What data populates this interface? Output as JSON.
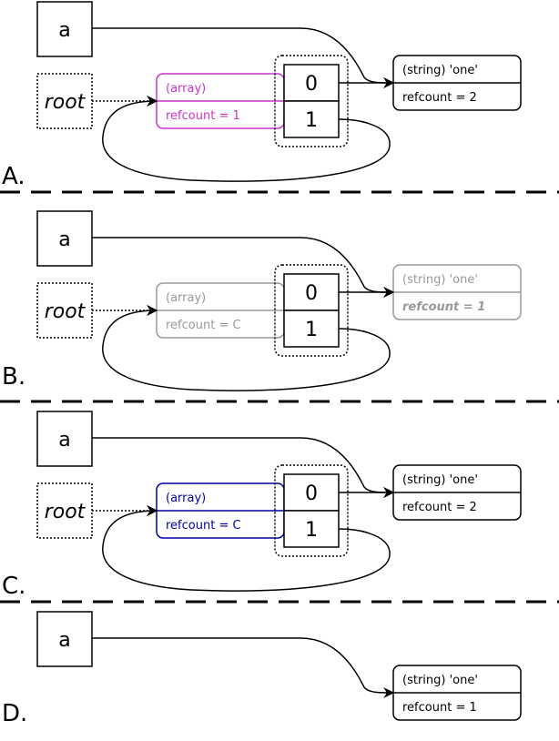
{
  "colors": {
    "black": "#000000",
    "magenta": "#cc33cc",
    "gray": "#999999",
    "blue": "#0000aa"
  },
  "panels": [
    {
      "label": "A.",
      "a_label": "a",
      "root_label": "root",
      "array": {
        "type_text": "(array)",
        "refcount_text": "refcount = 1",
        "color": "magenta",
        "idx0": "0",
        "idx1": "1"
      },
      "string": {
        "type_text": "(string) 'one'",
        "refcount_text": "refcount = 2",
        "color": "black"
      }
    },
    {
      "label": "B.",
      "a_label": "a",
      "root_label": "root",
      "array": {
        "type_text": "(array)",
        "refcount_text": "refcount = C",
        "color": "gray",
        "idx0": "0",
        "idx1": "1"
      },
      "string": {
        "type_text": "(string) 'one'",
        "refcount_text": "refcount = 1",
        "color": "gray",
        "refcount_emphasis": true
      }
    },
    {
      "label": "C.",
      "a_label": "a",
      "root_label": "root",
      "array": {
        "type_text": "(array)",
        "refcount_text": "refcount = C",
        "color": "blue",
        "idx0": "0",
        "idx1": "1"
      },
      "string": {
        "type_text": "(string) 'one'",
        "refcount_text": "refcount = 2",
        "color": "black"
      }
    },
    {
      "label": "D.",
      "a_label": "a",
      "string": {
        "type_text": "(string) 'one'",
        "refcount_text": "refcount = 1",
        "color": "black"
      }
    }
  ]
}
